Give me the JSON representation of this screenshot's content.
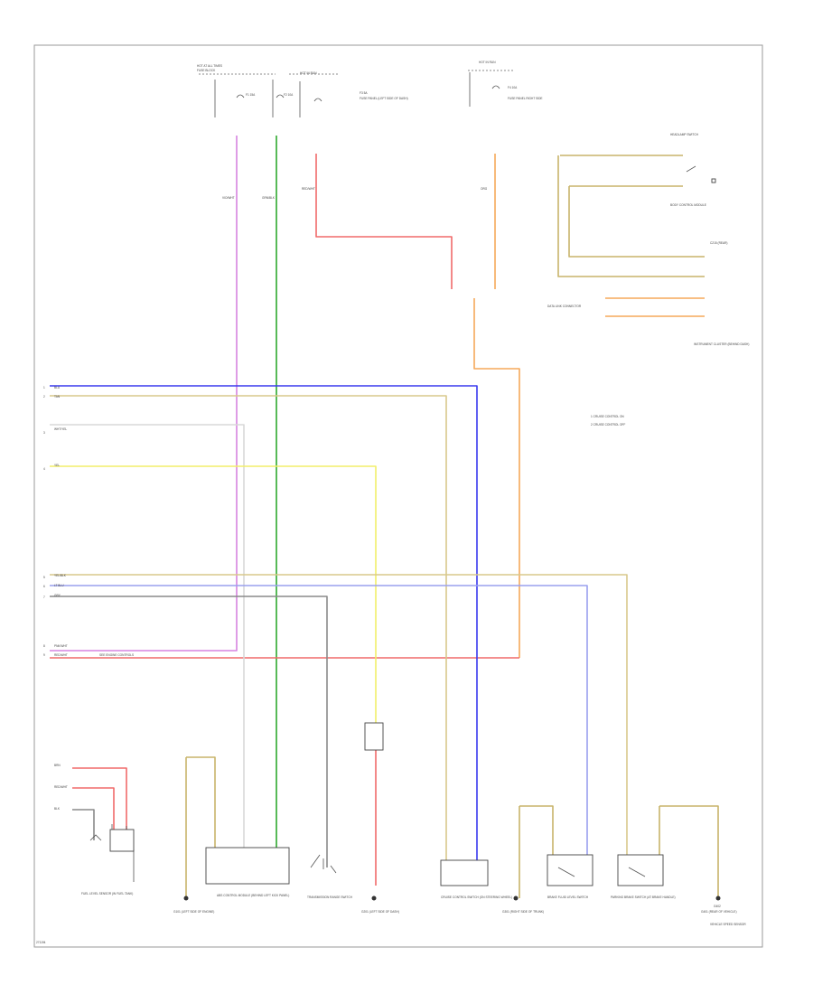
{
  "diagram": {
    "footer_code": "271194",
    "colors": {
      "violet": "#d684e0",
      "green": "#2ea82e",
      "red": "#f06a6a",
      "orange": "#f5a85a",
      "blue": "#3a3aee",
      "tan": "#d8c88c",
      "yellow": "#f2ee6a",
      "gray": "#8a8a8a",
      "lightblue": "#9aa0ee",
      "pink": "#f07ad0",
      "white": "#d8d8d8",
      "olive": "#c8b46a"
    },
    "fuse_labels": {
      "hot_left": "HOT AT ALL TIMES",
      "hot_mid": "HOT IN RUN",
      "hot_right": "HOT IN RUN",
      "fuse_block": "FUSE BLOCK",
      "fuse_f1": "F1 15A",
      "fuse_f2": "F2 10A",
      "fuse_f3": "F3 5A",
      "fuse_f4": "F4 10A",
      "fuse_panel": "FUSE PANEL (LEFT SIDE OF DASH)",
      "fuse_panel_r": "FUSE PANEL RIGHT SIDE"
    },
    "wire_codes": {
      "vio": "VIO/WHT",
      "grn": "GRN/BLK",
      "red": "RED/WHT",
      "org": "ORG",
      "blu": "BLU",
      "tan": "TAN",
      "wht": "WHT/YEL",
      "yel": "YEL",
      "yel_blk": "YEL/BLK",
      "gry": "GRY",
      "ltblu": "LT BLU",
      "pnk": "PNK/WHT",
      "brn": "BRN",
      "blk": "BLK"
    },
    "left_refs": [
      "1",
      "2",
      "3",
      "4",
      "5",
      "6",
      "7",
      "8",
      "9"
    ],
    "top_right_labels": {
      "switch_name": "HEADLAMP SWITCH",
      "module": "BODY CONTROL MODULE",
      "connector": "C215 (REAR)",
      "data_link": "DATA LINK CONNECTOR",
      "instrument": "INSTRUMENT CLUSTER (BEHIND DASH)"
    },
    "legend": [
      "1  CRUISE CONTROL ON",
      "2  CRUISE CONTROL OFF"
    ],
    "pink_note": "SEE ENGINE CONTROLS",
    "components": {
      "fuel_sensor": "FUEL LEVEL SENSOR (IN FUEL TANK)",
      "g1": "G101 (LEFT SIDE OF ENGINE)",
      "abs": "ABS CONTROL MODULE (BEHIND LEFT KICK PANEL)",
      "trans": "TRANSMISSION RANGE SWITCH",
      "g2": "G201 (LEFT SIDE OF DASH)",
      "cruise": "CRUISE CONTROL SWITCH (ON STEERING WHEEL)",
      "g3": "G301 (RIGHT SIDE OF TRUNK)",
      "brake": "BRAKE FLUID LEVEL SWITCH",
      "parking": "PARKING BRAKE SWITCH (AT BRAKE HANDLE)",
      "g4": "G401 (REAR OF VEHICLE)",
      "speed": "VEHICLE SPEED SENSOR",
      "g_right": "G402"
    }
  }
}
